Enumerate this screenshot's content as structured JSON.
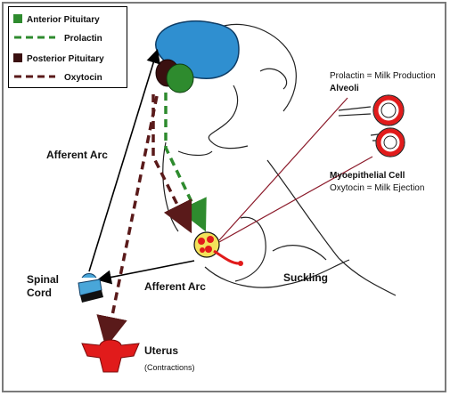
{
  "legend": {
    "items": [
      {
        "label": "Anterior Pituitary",
        "kind": "swatch",
        "color": "#2e8b2e"
      },
      {
        "label": "Prolactin",
        "kind": "dash",
        "color": "#2e8b2e"
      },
      {
        "label": "Posterior Pituitary",
        "kind": "swatch",
        "color": "#3a1010"
      },
      {
        "label": "Oxytocin",
        "kind": "dash",
        "color": "#5a1a1a"
      }
    ]
  },
  "labels": {
    "afferent_arc_left": "Afferent Arc",
    "afferent_arc_bottom": "Afferent Arc",
    "spinal_cord_line1": "Spinal",
    "spinal_cord_line2": "Cord",
    "suckling": "Suckling",
    "uterus": "Uterus",
    "contractions": "(Contractions)",
    "prolactin_effect": "Prolactin = Milk Production",
    "alveoli": "Alveoli",
    "myoepithelial": "Myoepithelial Cell",
    "oxytocin_effect": "Oxytocin = Milk Ejection"
  },
  "colors": {
    "brain": "#2f8fd0",
    "anterior_pituitary": "#2e8b2e",
    "posterior_pituitary": "#3a1010",
    "prolactin_path": "#2e8b2e",
    "oxytocin_path": "#5a1a1a",
    "uterus": "#e11b1b",
    "spinal_cord": "#49a6d9",
    "alveolus": "#e11b1b",
    "nerve_lines": "#8b1a2a"
  }
}
